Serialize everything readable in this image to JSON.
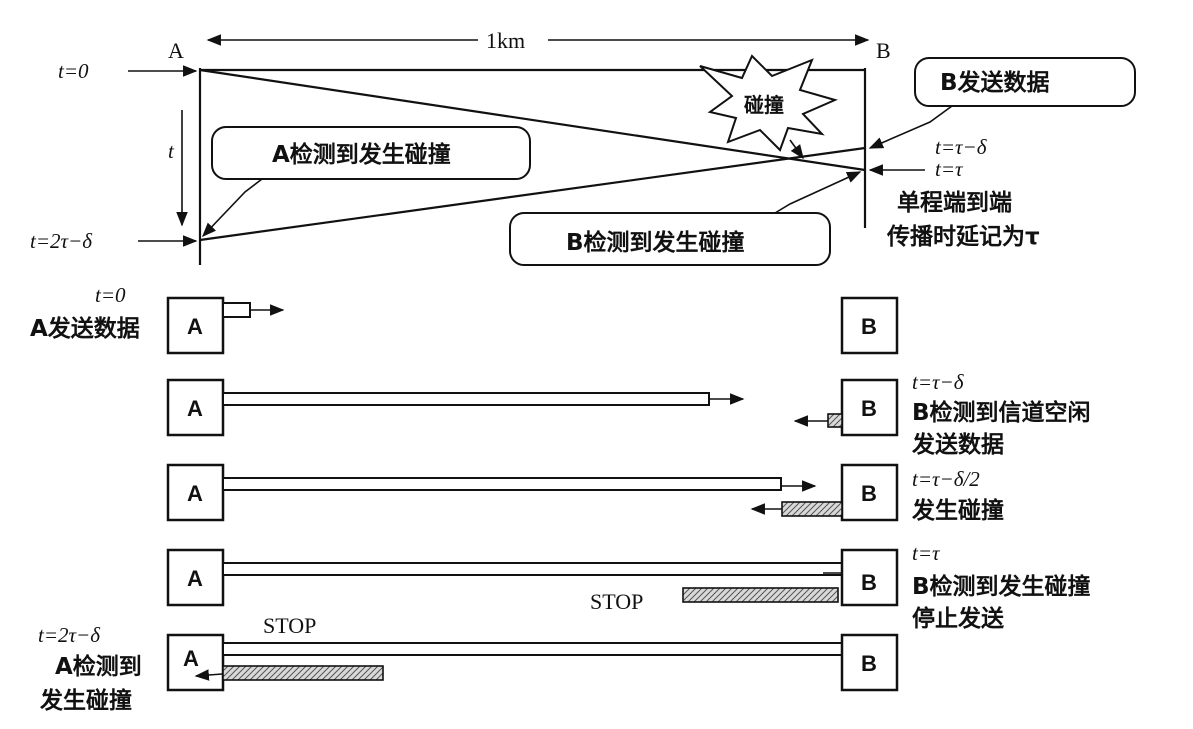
{
  "colors": {
    "ink": "#111111",
    "noise": "#bfbfbf",
    "background": "#ffffff"
  },
  "timeline": {
    "node_a": "A",
    "node_b": "B",
    "distance": "1km",
    "t_axis": "t",
    "t0": "t=0",
    "t_end": "t=2τ−δ",
    "collision_burst": "碰撞",
    "callout_b_send": "B发送数据",
    "callout_a_detect": "A检测到发生碰撞",
    "callout_b_detect": "B检测到发生碰撞",
    "b_send_time": "t=τ−δ",
    "b_detect_time": "t=τ",
    "note_line1": "单程端到端",
    "note_line2": "传播时延记为τ"
  },
  "stages": [
    {
      "time": "t=0",
      "text_lines": [
        "A发送数据"
      ]
    },
    {
      "time": "t=τ−δ",
      "text_lines": [
        "B检测到信道空闲",
        "发送数据"
      ]
    },
    {
      "time": "t=τ−δ/2",
      "text_lines": [
        "发生碰撞"
      ]
    },
    {
      "time": "t=τ",
      "text_lines": [
        "B检测到发生碰撞",
        "停止发送"
      ],
      "stop_label": "STOP"
    },
    {
      "time": "t=2τ−δ",
      "text_lines": [
        "A检测到",
        "发生碰撞"
      ],
      "stop_label": "STOP"
    }
  ]
}
